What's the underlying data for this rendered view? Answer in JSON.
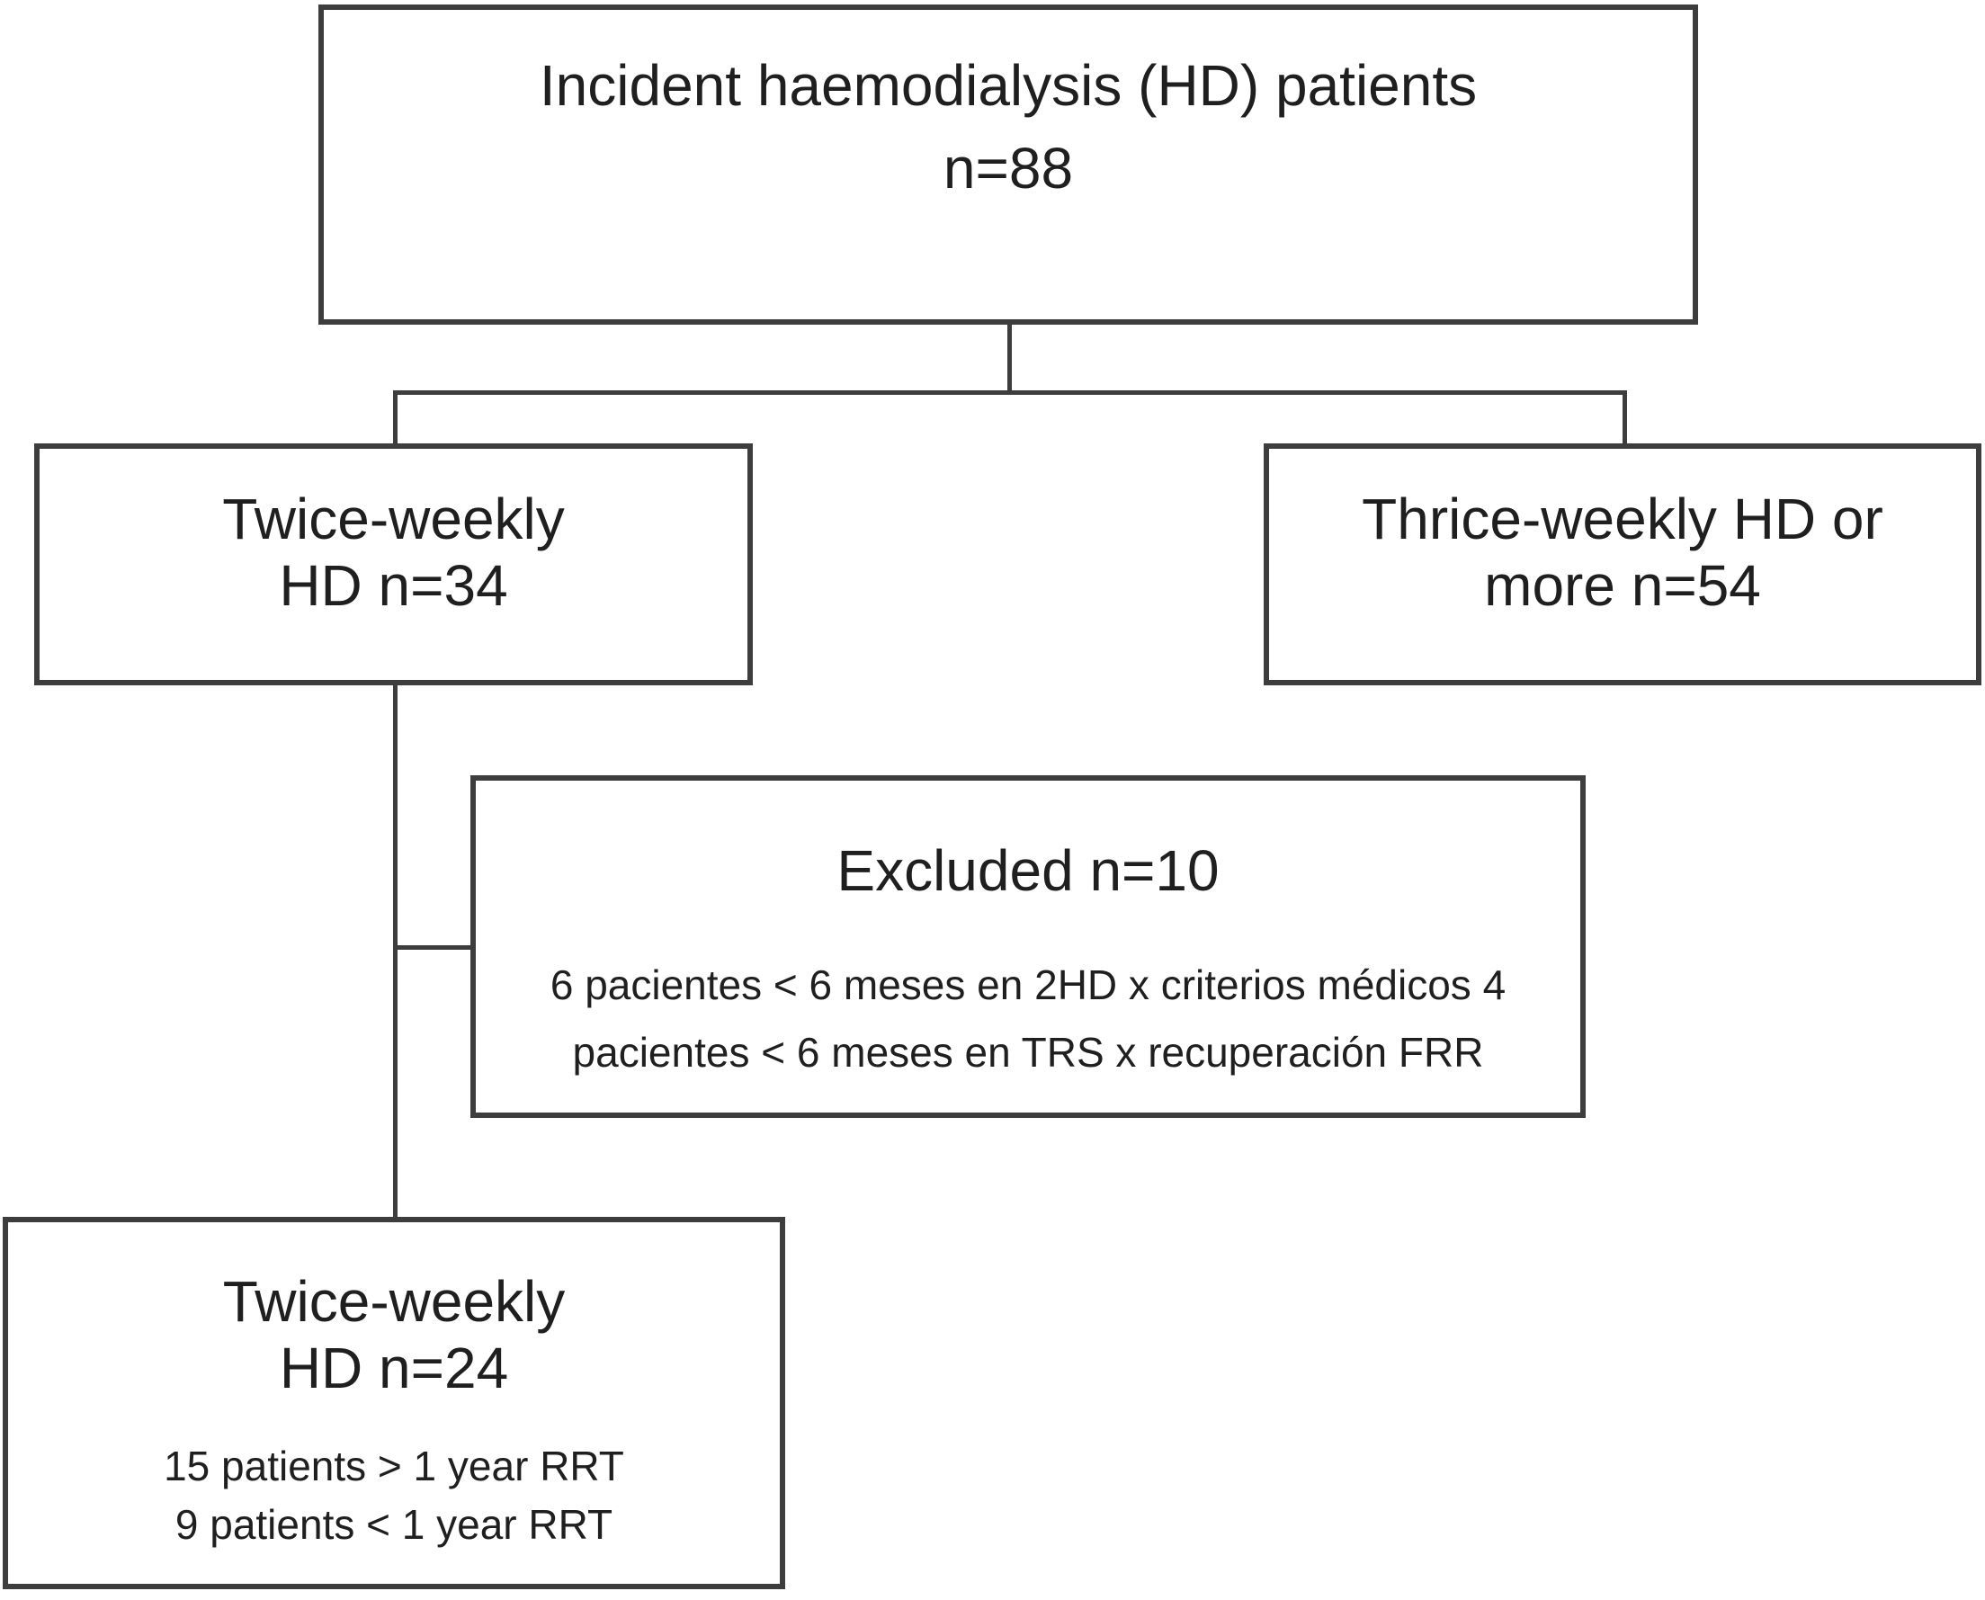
{
  "diagram": {
    "root": {
      "title": "Incident haemodialysis (HD) patients",
      "n_label": "n=88"
    },
    "branch_left": {
      "line1": "Twice-weekly",
      "line2": "HD n=34"
    },
    "branch_right": {
      "line1": "Thrice-weekly HD or",
      "line2": "more n=54"
    },
    "excluded": {
      "title": "Excluded n=10",
      "body_line1": "6 pacientes < 6 meses en 2HD x criterios médicos 4",
      "body_line2": "pacientes < 6 meses en TRS x recuperación FRR"
    },
    "final": {
      "line1": "Twice-weekly",
      "line2": "HD n=24",
      "detail1": "15 patients > 1 year RRT",
      "detail2": "9 patients < 1 year RRT"
    },
    "colors": {
      "border": "#3d3d3d",
      "text": "#1f1f1f",
      "background": "#ffffff"
    }
  }
}
